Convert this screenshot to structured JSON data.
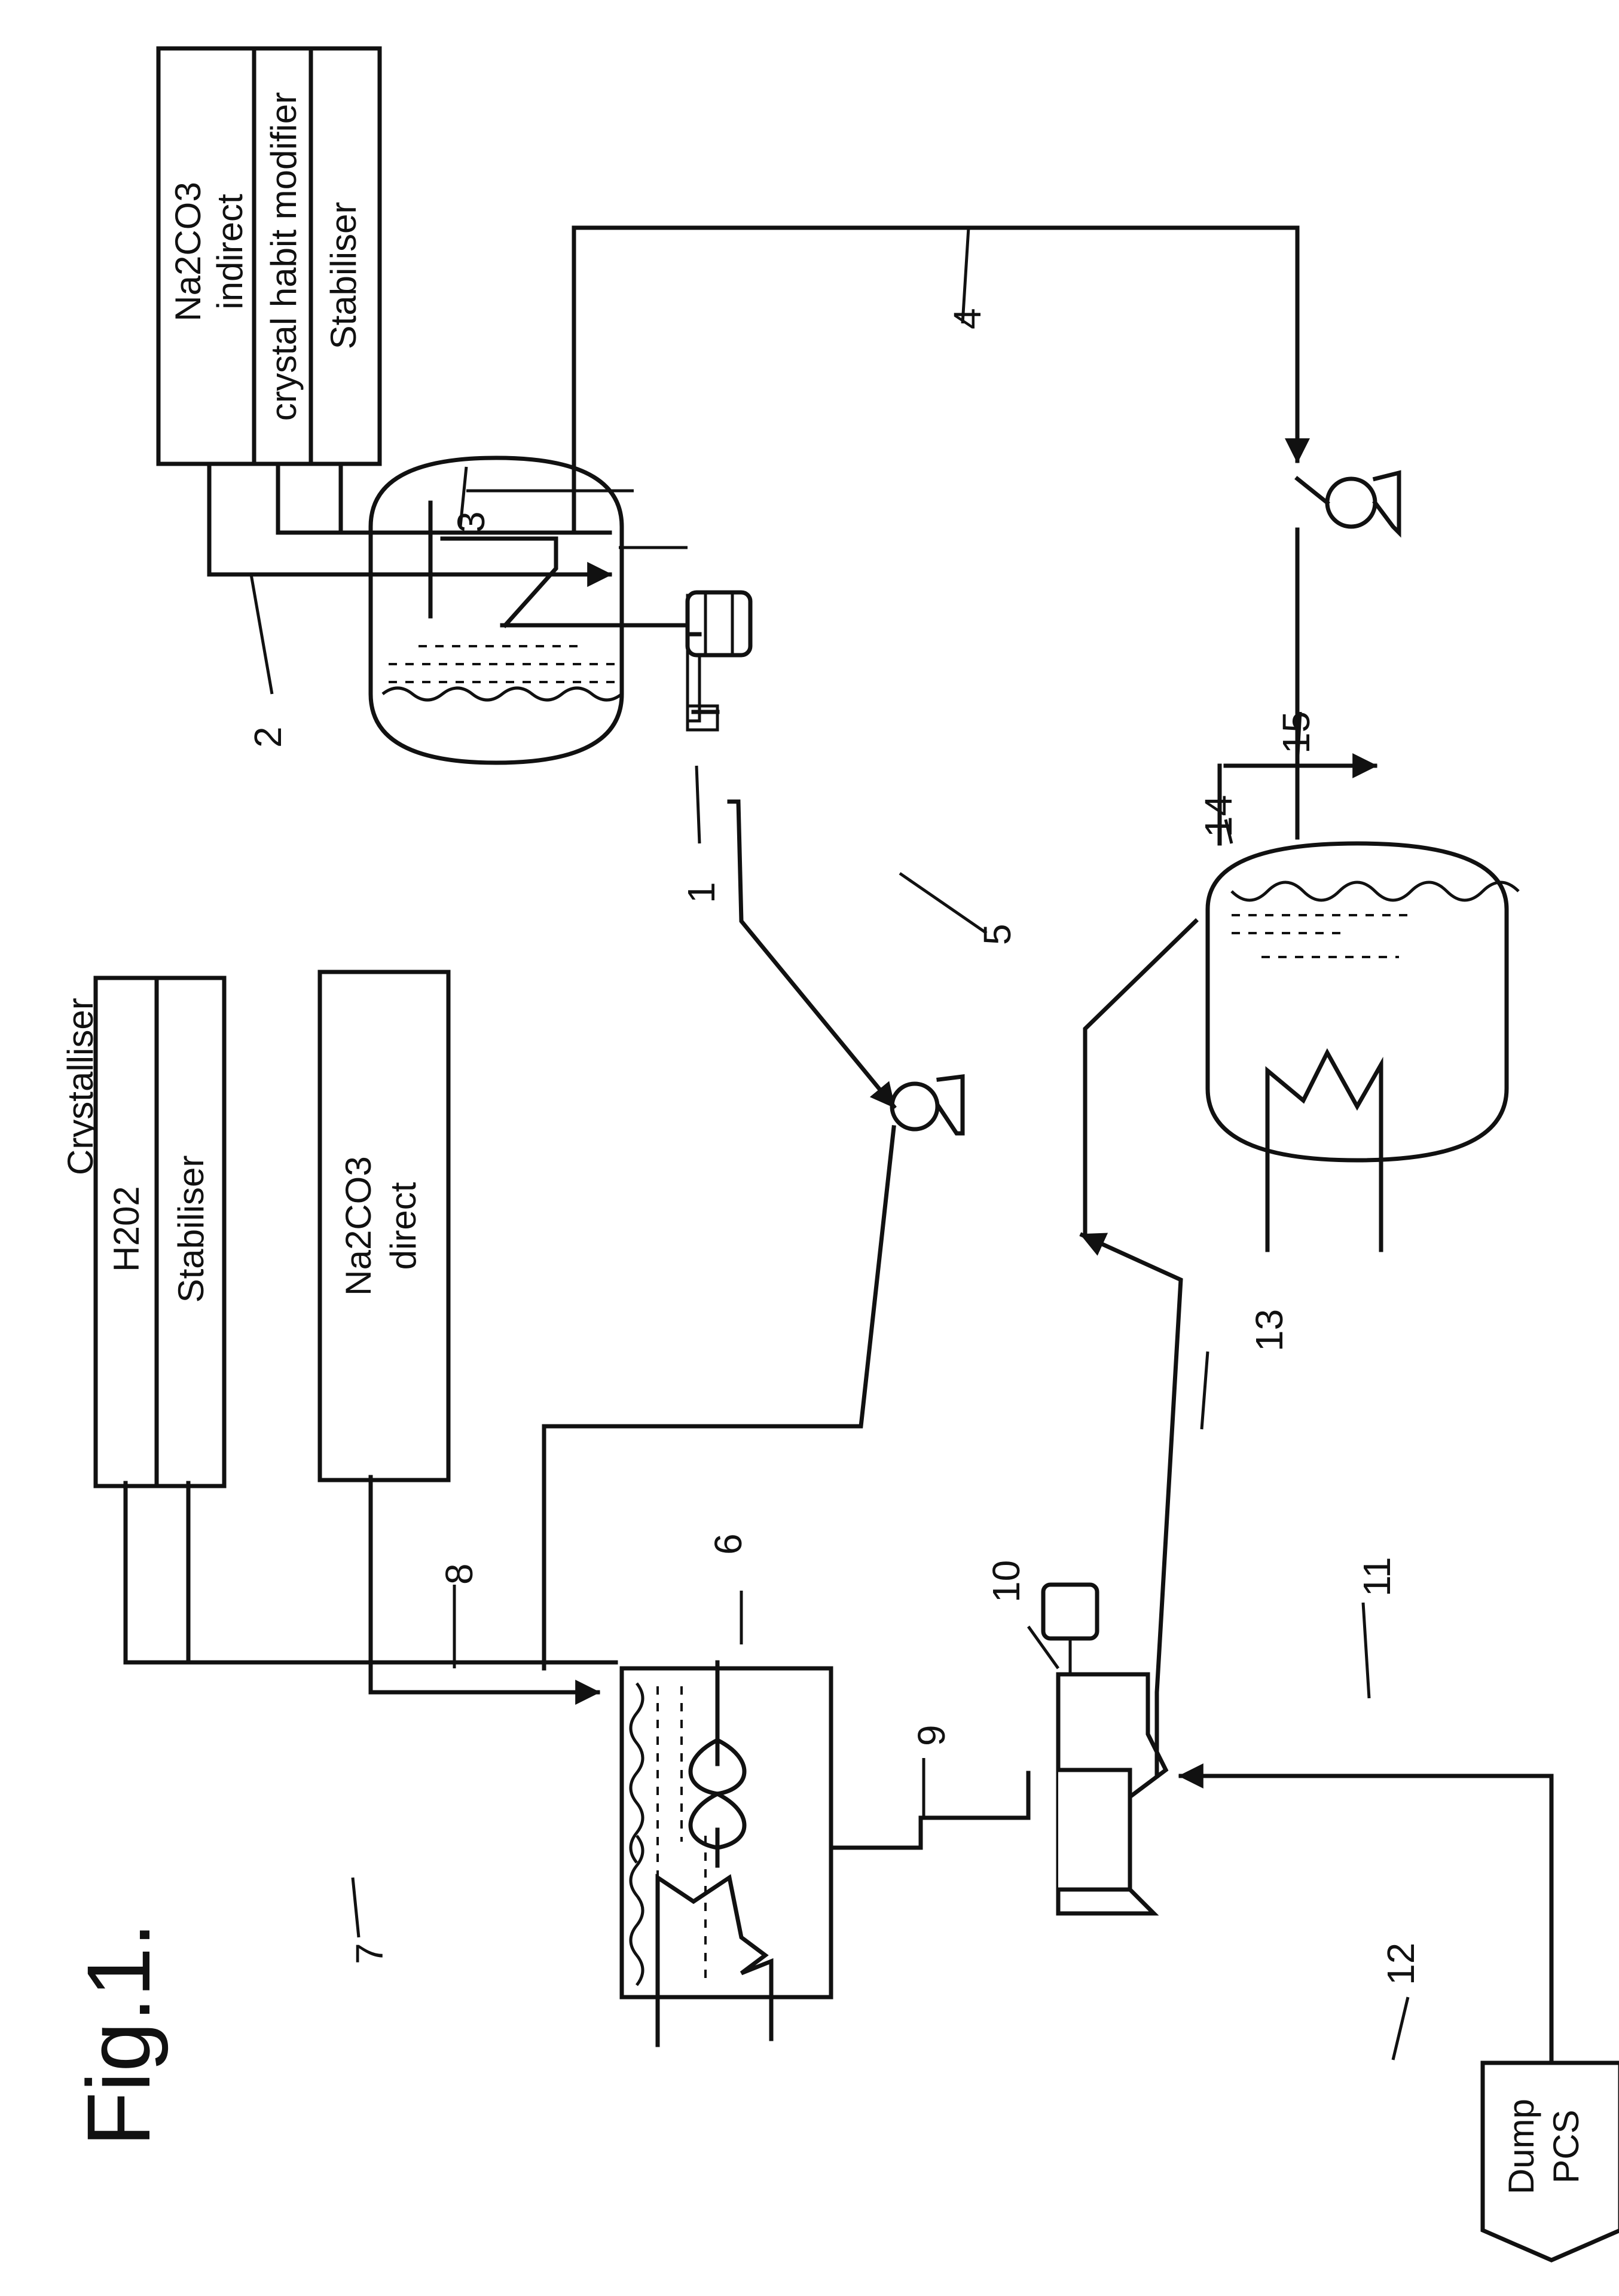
{
  "figure": {
    "title": "Fig.1.",
    "crystalliser_caption": "Crystalliser"
  },
  "supply_tanks": {
    "indirect_feed": {
      "line1": "Na2CO3",
      "line2": "indirect",
      "modifier": "crystal habit modifier",
      "stabiliser": "Stabiliser"
    },
    "peroxide_feed": {
      "h2o2": "H202",
      "stabiliser": "Stabiliser"
    },
    "direct_feed": {
      "line1": "Na2CO3",
      "line2": "direct"
    },
    "dump": {
      "line1": "Dump",
      "line2": "PCS"
    }
  },
  "reference_numerals": {
    "crystalliser_vessel": "1",
    "line_2": "2",
    "line_3": "3",
    "line_4": "4",
    "line_5": "5",
    "reactor": "6",
    "line_7": "7",
    "line_8": "8",
    "line_9": "9",
    "separator": "10",
    "line_11": "11",
    "dump_tank": "12",
    "line_13": "13",
    "mother_liquor_tank": "14",
    "line_15": "15"
  },
  "icons": [
    "pump-icon",
    "motor-icon",
    "stirrer-icon",
    "heat-exchanger-coil-icon",
    "propeller-icon",
    "centrifuge-icon"
  ]
}
